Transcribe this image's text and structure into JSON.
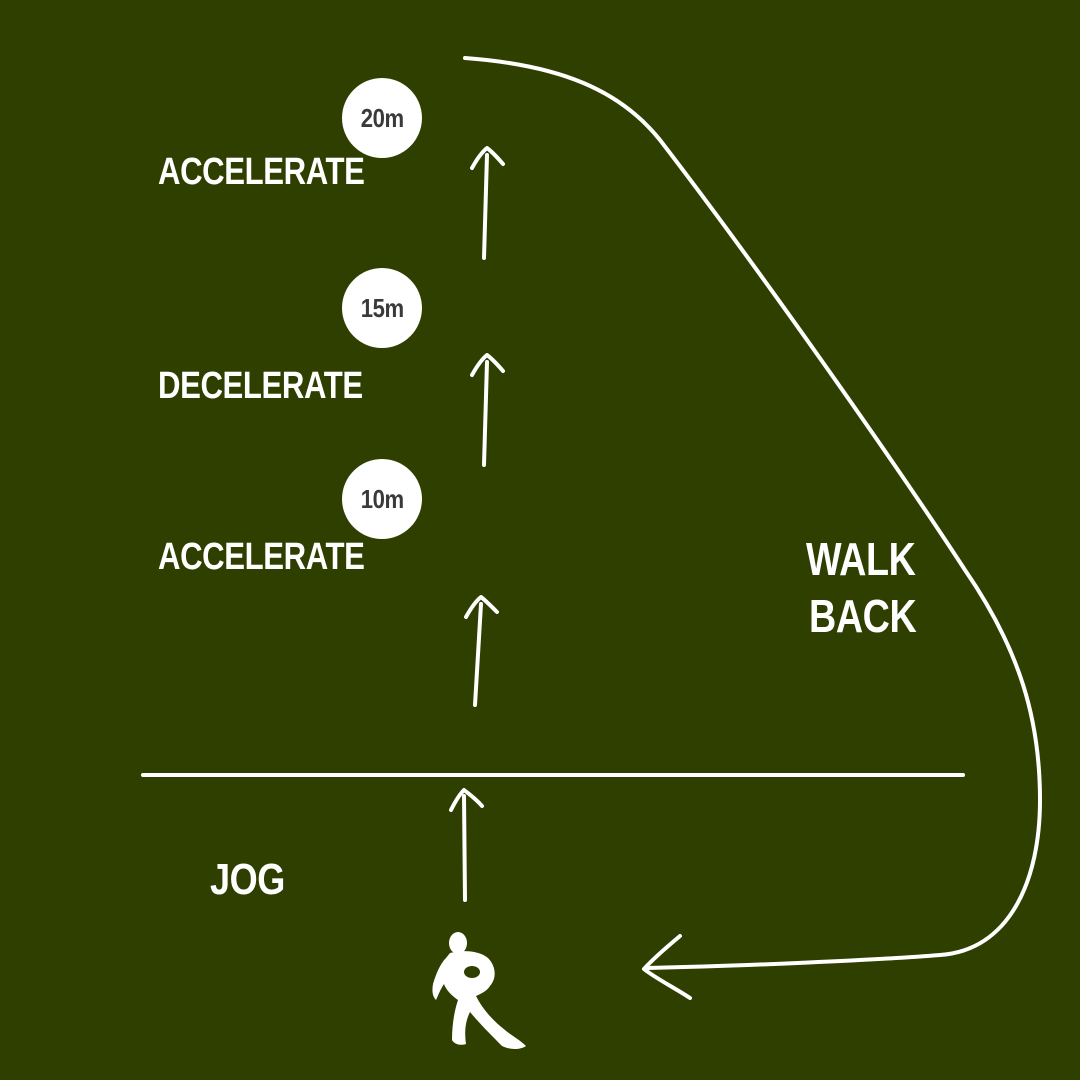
{
  "markers": {
    "m20": "20m",
    "m15": "15m",
    "m10": "10m"
  },
  "phases": {
    "accelerate_top": "ACCELERATE",
    "decelerate": "DECELERATE",
    "accelerate_mid": "ACCELERATE",
    "jog": "JOG"
  },
  "return_path": {
    "line1": "WALK",
    "line2": "BACK"
  },
  "colors": {
    "field": "#2f3f00",
    "ink": "#ffffff",
    "marker_text": "#3a3a3a"
  },
  "icons": {
    "player": "rugby-player-running-icon"
  }
}
